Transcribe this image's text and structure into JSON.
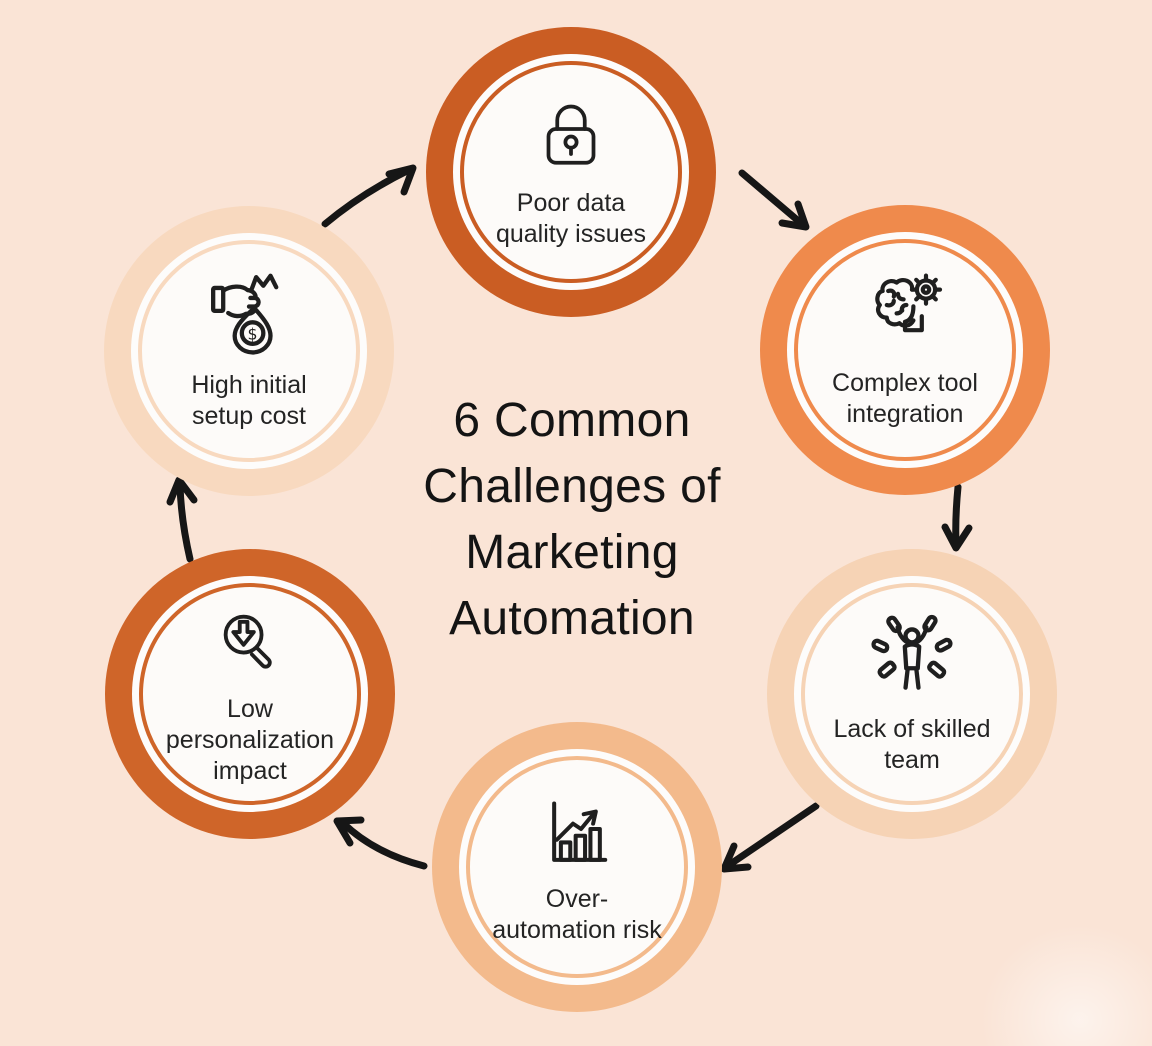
{
  "title": {
    "full": "6 Common Challenges of Marketing Automation",
    "lines": [
      "6 Common",
      "Challenges of",
      "Marketing",
      "Automation"
    ]
  },
  "palette": {
    "background": "#fae4d6",
    "arrow": "#161616",
    "icon_stroke": "#1f1f1f",
    "label_text": "#242424",
    "title_text": "#141414",
    "inner_circle": "#fdfbf9"
  },
  "nodes": [
    {
      "id": "poor-data-quality-issues",
      "icon": "lock-icon",
      "lines": [
        "Poor data",
        "quality issues"
      ],
      "ring_color": "#ca5d23",
      "position": "top"
    },
    {
      "id": "complex-tool-integration",
      "icon": "brain-gear-icon",
      "lines": [
        "Complex tool",
        "integration"
      ],
      "ring_color": "#ef8a4c",
      "position": "top-right"
    },
    {
      "id": "lack-of-skilled-team",
      "icon": "juggling-person-icon",
      "lines": [
        "Lack of skilled",
        "team"
      ],
      "ring_color": "#f6d3b5",
      "position": "bottom-right"
    },
    {
      "id": "over-automation-risk",
      "icon": "growth-chart-icon",
      "lines": [
        "Over-",
        "automation risk"
      ],
      "ring_color": "#f3ba8c",
      "position": "bottom"
    },
    {
      "id": "low-personalization-impact",
      "icon": "magnifier-down-icon",
      "lines": [
        "Low",
        "personalization",
        "impact"
      ],
      "ring_color": "#cf6529",
      "position": "bottom-left"
    },
    {
      "id": "high-initial-setup-cost",
      "icon": "money-bag-icon",
      "lines": [
        "High initial",
        "setup cost"
      ],
      "ring_color": "#f8d9bf",
      "position": "top-left"
    }
  ]
}
